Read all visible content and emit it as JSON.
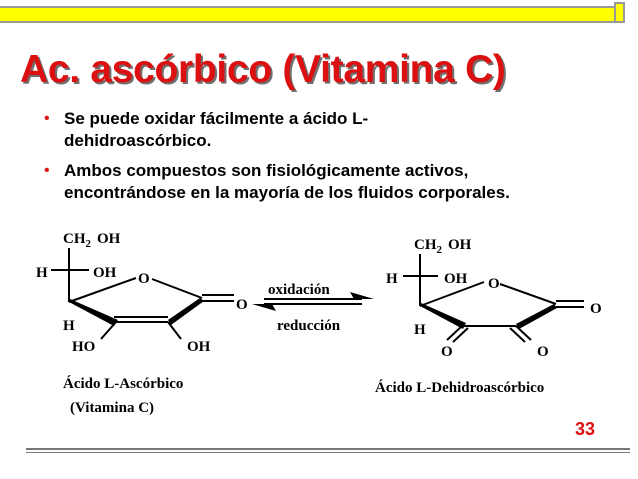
{
  "slide": {
    "title": "Ac. ascórbico (Vitamina C)",
    "bullets": [
      {
        "line1": "Se puede oxidar fácilmente a ácido L-",
        "line2": "dehidroascórbico."
      },
      {
        "line1": "Ambos compuestos son fisiológicamente activos,",
        "line2": "encontrándose en la mayoría de los fluidos corporales."
      }
    ],
    "page_number": "33"
  },
  "diagram": {
    "left": {
      "ch2": "CH",
      "ch2_sub": "2",
      "top_oh": "OH",
      "h_upper": "H",
      "oh_mid": "OH",
      "ring_o": "O",
      "carbonyl_o": "O",
      "h_lower": "H",
      "ho": "HO",
      "oh_right": "OH",
      "name_line1": "Ácido L-Ascórbico",
      "name_line2": "(Vitamina C)"
    },
    "arrows": {
      "forward_label": "oxidación",
      "reverse_label": "reducción"
    },
    "right": {
      "ch2": "CH",
      "ch2_sub": "2",
      "top_oh": "OH",
      "h_upper": "H",
      "oh_mid": "OH",
      "ring_o": "O",
      "carbonyl_o": "O",
      "h_lower": "H",
      "o_left": "O",
      "o_right": "O",
      "name": "Ácido L-Dehidroascórbico"
    }
  }
}
